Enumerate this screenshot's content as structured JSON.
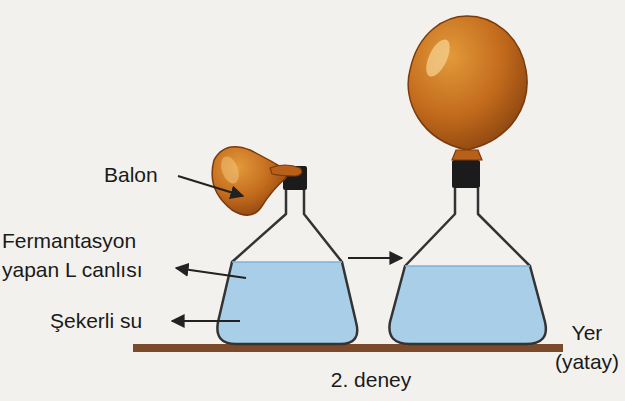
{
  "diagram": {
    "labels": [
      "Balon",
      "Fermantasyon yapan L canlısı",
      "Şekerli su",
      "Yer (yatay)",
      "2. deney"
    ]
  }
}
